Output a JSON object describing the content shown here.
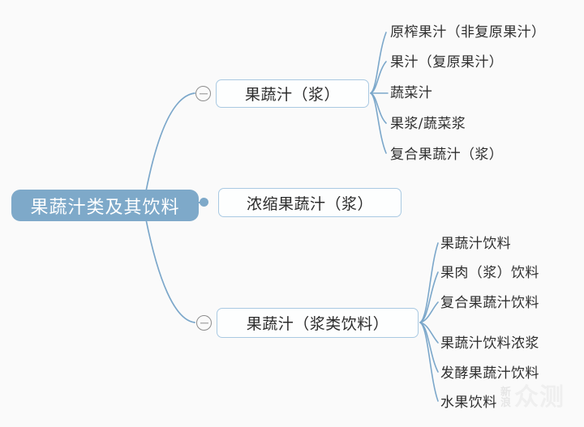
{
  "background_color": "#fafafa",
  "root": {
    "label": "果蔬汁类及其饮料",
    "fill_color": "#7ea9c9",
    "text_color": "#ffffff"
  },
  "branch_color": "#a9c9e2",
  "connector_color": "#7ba7ca",
  "branches": [
    {
      "label": "果蔬汁（浆）",
      "toggle_icon": "minus-circle-icon",
      "expanded": true,
      "children": [
        "原榨果汁（非复原果汁）",
        "果汁（复原果汁）",
        "蔬菜汁",
        "果浆/蔬菜浆",
        "复合果蔬汁（浆）"
      ]
    },
    {
      "label": "浓缩果蔬汁（浆）",
      "toggle_icon": "bullet-dot-icon",
      "expanded": false,
      "children": []
    },
    {
      "label": "果蔬汁（浆类饮料）",
      "toggle_icon": "minus-circle-icon",
      "expanded": true,
      "children": [
        "果蔬汁饮料",
        "果肉（浆）饮料",
        "复合果蔬汁饮料",
        "果蔬汁饮料浓浆",
        "发酵果蔬汁饮料",
        "水果饮料"
      ]
    }
  ],
  "watermark": {
    "small_line_1": "新",
    "small_line_2": "浪",
    "big": "众测"
  }
}
